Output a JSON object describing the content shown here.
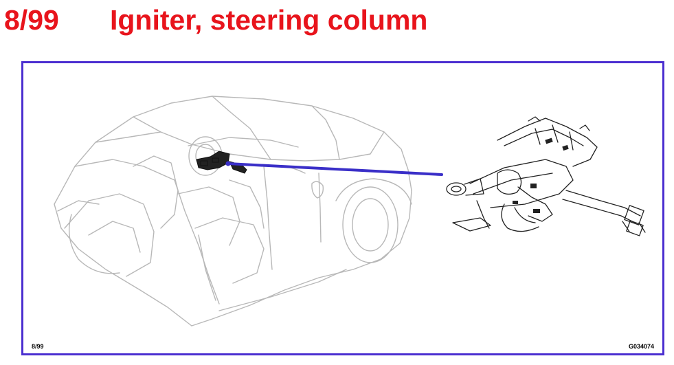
{
  "header": {
    "slide_number": "8/99",
    "title": "Igniter, steering column"
  },
  "figure": {
    "date_label": "8/99",
    "figure_code": "G034074"
  },
  "colors": {
    "title": "#e8141c",
    "frame": "#4b2fd0",
    "callout_line": "#3a2fc8",
    "line_art_light": "#b8b8b8",
    "line_art_dark": "#222222"
  }
}
